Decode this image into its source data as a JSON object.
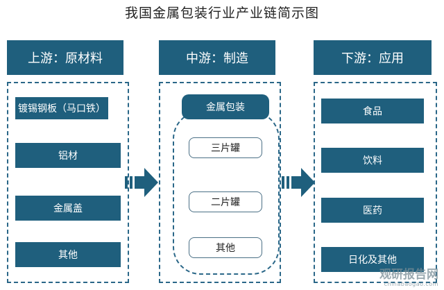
{
  "title": "我国金属包装行业产业链简示图",
  "upstream": {
    "header": "上游：原材料",
    "items": [
      "镀锡钢板（马口铁）",
      "铝材",
      "金属盖",
      "其他"
    ]
  },
  "midstream": {
    "header": "中游：制造",
    "group_title": "金属包装",
    "items": [
      "三片罐",
      "二片罐",
      "其他"
    ]
  },
  "downstream": {
    "header": "下游：应用",
    "items": [
      "食品",
      "饮料",
      "医药",
      "日化及其他"
    ]
  },
  "colors": {
    "primary": "#1f5f7d",
    "dash": "#2a6788"
  },
  "watermark": {
    "main": "观研报告网",
    "sub": "chinabaogao.com"
  }
}
